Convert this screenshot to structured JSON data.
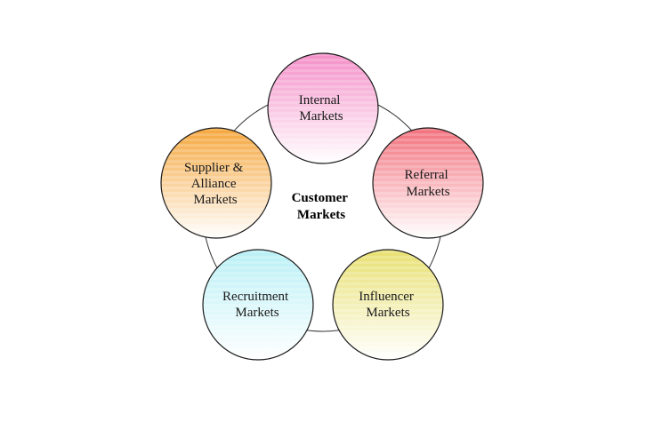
{
  "diagram": {
    "center": {
      "lines": [
        "Customer",
        "Markets"
      ]
    },
    "nodes": [
      {
        "id": "internal",
        "lines": [
          "Internal",
          "Markets"
        ],
        "color": "#f48fc8"
      },
      {
        "id": "referral",
        "lines": [
          "Referral",
          "Markets"
        ],
        "color": "#f2707c"
      },
      {
        "id": "influencer",
        "lines": [
          "Influencer",
          "Markets"
        ],
        "color": "#e8e070"
      },
      {
        "id": "recruitment",
        "lines": [
          "Recruitment",
          "Markets"
        ],
        "color": "#b8f0f6"
      },
      {
        "id": "supplier",
        "lines": [
          "Supplier &",
          "Alliance",
          "Markets"
        ],
        "color": "#f5a63c"
      }
    ]
  }
}
